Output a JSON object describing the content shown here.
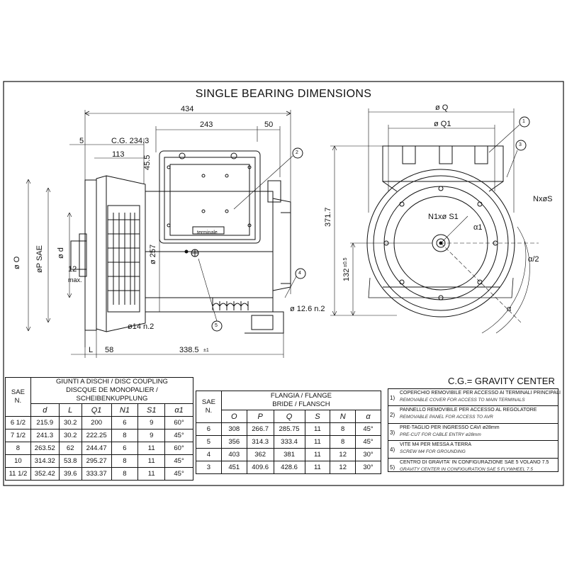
{
  "title": "SINGLE BEARING DIMENSIONS",
  "side_view": {
    "dims": {
      "overall_length": "434",
      "length_243": "243",
      "length_50": "50",
      "dim_5": "5",
      "cg": "C.G. 234.3",
      "dim_113": "113",
      "dim_45_5": "45.5",
      "dia_O": "ø O",
      "dia_P": "øP SAE",
      "dia_d": "ø d",
      "dim_12": "12",
      "max": "max.",
      "dia_257": "ø 257",
      "dia_14": "ø14 n.2",
      "dia_12_6": "ø 12.6  n.2",
      "dim_L": "L",
      "dim_58": "58",
      "dim_338": "338.5",
      "tol_338": "±1",
      "tag_terminal": "terminale"
    },
    "callouts": [
      "2",
      "4",
      "5"
    ]
  },
  "front_view": {
    "dims": {
      "dia_Q": "ø Q",
      "dia_Q1": "ø Q1",
      "height_371": "371.7",
      "height_132": "132",
      "tol_132": "±0.5",
      "holes_N1": "N1xø S1",
      "alpha1": "α1",
      "holes_N": "NxøS",
      "alpha_half": "α/2",
      "alpha": "α"
    },
    "callouts": [
      "1",
      "3"
    ]
  },
  "coupling_table": {
    "sae_header": "SAE",
    "n_header": "N.",
    "title_line1": "GIUNTI A DISCHI / DISC COUPLING",
    "title_line2": "DISCQUE DE MONOPALIER / SCHEIBENKUPPLUNG",
    "columns": [
      "d",
      "L",
      "Q1",
      "N1",
      "S1",
      "α1"
    ],
    "rows": [
      [
        "6 1/2",
        "215.9",
        "30.2",
        "200",
        "6",
        "9",
        "60°"
      ],
      [
        "7 1/2",
        "241.3",
        "30.2",
        "222.25",
        "8",
        "9",
        "45°"
      ],
      [
        "8",
        "263.52",
        "62",
        "244.47",
        "6",
        "11",
        "60°"
      ],
      [
        "10",
        "314.32",
        "53.8",
        "295.27",
        "8",
        "11",
        "45°"
      ],
      [
        "11 1/2",
        "352.42",
        "39.6",
        "333.37",
        "8",
        "11",
        "45°"
      ]
    ]
  },
  "flange_table": {
    "sae_header": "SAE",
    "n_header": "N.",
    "title_line1": "FLANGIA / FLANGE",
    "title_line2": "BRIDE / FLANSCH",
    "columns": [
      "O",
      "P",
      "Q",
      "S",
      "N",
      "α"
    ],
    "rows": [
      [
        "6",
        "308",
        "266.7",
        "285.75",
        "11",
        "8",
        "45°"
      ],
      [
        "5",
        "356",
        "314.3",
        "333.4",
        "11",
        "8",
        "45°"
      ],
      [
        "4",
        "403",
        "362",
        "381",
        "11",
        "12",
        "30°"
      ],
      [
        "3",
        "451",
        "409.6",
        "428.6",
        "11",
        "12",
        "30°"
      ]
    ]
  },
  "cg_label": "C.G.= GRAVITY CENTER",
  "notes": [
    {
      "num": "1)",
      "it": "COPERCHIO REMOVIBILE PER ACCESSO AI TERMINALI PRINCIPALI",
      "en": "REMOVABLE COVER FOR ACCESS TO MAIN TERMINALS"
    },
    {
      "num": "2)",
      "it": "PANNELLO REMOVIBILE PER ACCESSO AL REGOLATORE",
      "en": "REMOVABLE PANEL FOR ACCESS TO AVR"
    },
    {
      "num": "3)",
      "it": "PRE-TAGLIO PER INGRESSO CAVI ø28mm",
      "en": "PRE-CUT FOR CABLE ENTRY ø28mm"
    },
    {
      "num": "4)",
      "it": "VITE M4 PER MESSA A TERRA",
      "en": "SCREW M4 FOR GROUNDING"
    },
    {
      "num": "5)",
      "it": "CENTRO DI GRAVITA' IN CONFIGURAZIONE SAE 5 VOLANO 7.5",
      "en": "GRAVITY CENTER IN CONFIGURATION SAE 5 FLYWHEEL 7.5"
    }
  ]
}
